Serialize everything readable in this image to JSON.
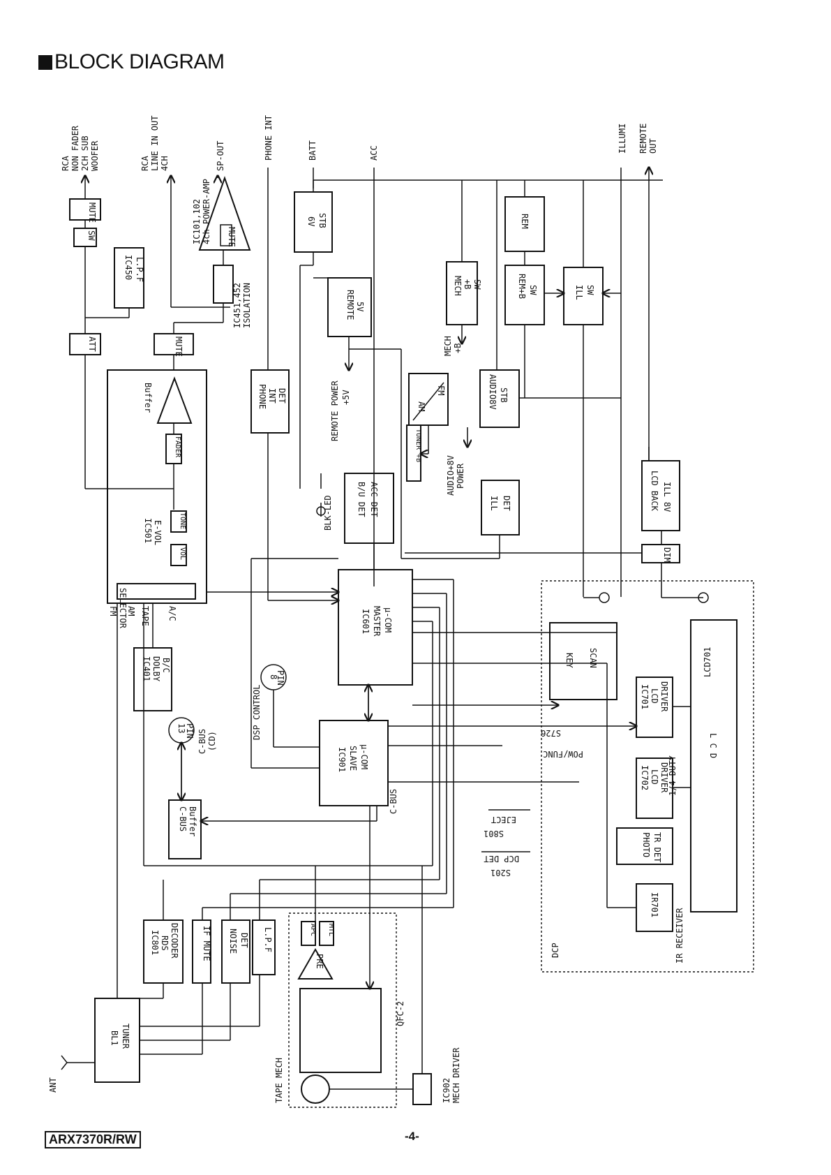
{
  "header": {
    "title": "BLOCK DIAGRAM"
  },
  "footer": {
    "model": "ARX7370R/RW",
    "page": "-4-"
  },
  "diagram": {
    "io": {
      "rca_nonfader": [
        "RCA",
        "NON FADER",
        "2CH SUB",
        "WOOFER"
      ],
      "rca_line": [
        "RCA",
        "LINE IN OUT",
        "4CH"
      ],
      "sp_out": "SP-OUT",
      "phone_int": "PHONE INT",
      "batt": "BATT",
      "acc": "ACC",
      "illumi": "ILLUMI",
      "remote_out": [
        "REMOTE",
        "OUT"
      ],
      "ant": "ANT",
      "mech_b": [
        "MECH",
        "+B"
      ],
      "remote_power": [
        "REMOTE POWER",
        "+5V"
      ],
      "audio8v_power": [
        "AUDIO+8V",
        "POWER"
      ],
      "tuner_b": "TUNER +B"
    },
    "blocks": {
      "mute1": "MUTE",
      "sw": "SW",
      "ic450": [
        "IC450",
        "L.P.F"
      ],
      "att": "ATT",
      "mute2": "MUTE",
      "poweramp_label": [
        "IC101,102",
        "4ch POWER-AMP"
      ],
      "poweramp_mute": "MUTE",
      "isolation": [
        "IC451,452",
        "ISOLATION"
      ],
      "stb6v": [
        "6V",
        "STB"
      ],
      "remote5v": [
        "REMOTE",
        "5V"
      ],
      "mech_sw": [
        "MECH",
        "+B",
        "SW"
      ],
      "rem": "REM",
      "remb_sw": [
        "REM+B",
        "SW"
      ],
      "ill_sw": [
        "ILL",
        "SW"
      ],
      "phone_det": [
        "PHONE",
        "INT",
        "DET"
      ],
      "amfm_am": "AM",
      "amfm_fm": "FM",
      "audio8v_stb": [
        "AUDIO8V",
        "STB"
      ],
      "bu_det": [
        "B/U DET",
        "ACC DET"
      ],
      "blk_led": "BLK-LED",
      "ill_det": [
        "ILL",
        "DET"
      ],
      "lcd_back": [
        "LCD BACK",
        "ILL 8V"
      ],
      "dim": "DIM",
      "evol_title": [
        "IC501",
        "E-VOL"
      ],
      "buffer": "Buffer",
      "fader": "FADER",
      "tone": "TONE",
      "vol": "VOL",
      "selector": "SELECTOR",
      "fm": "FM",
      "am": "AM",
      "tape": "TAPE",
      "ac": "A/C",
      "ic401": [
        "IC401",
        "DOLBY",
        "B/C"
      ],
      "pin13": [
        "13",
        "PIN"
      ],
      "cbus_cd": [
        "C-BUS",
        "(CD)"
      ],
      "cbus_buf": [
        "C-BUS",
        "Buffer"
      ],
      "master": [
        "IC601",
        "MASTER",
        "μ-COM"
      ],
      "pin8": [
        "8",
        "PIN"
      ],
      "dsp_control": "DSP CONTROL",
      "slave": [
        "IC901",
        "SLAVE",
        "μ-COM"
      ],
      "cbus_label": "C-BUS",
      "key_scan": [
        "KEY",
        "SCAN"
      ],
      "ic701": [
        "IC701",
        "LCD",
        "DRIVER"
      ],
      "ic702": [
        "IC702",
        "LCD",
        "DRIVER"
      ],
      "lcd_panel": "L C D",
      "lcd701": "LCD701",
      "duty": "1/4 DUTY",
      "s726": "S726",
      "pow_func": "POW/FUNC",
      "s801": "S801",
      "eject": "EJECT",
      "s201": "S201",
      "dcp_det": "DCP DET",
      "photo": [
        "PHOTO",
        "TR DET"
      ],
      "ir701": "IR701",
      "ir_receiver": "IR RECEIVER",
      "dcp": "DCP",
      "tuner": [
        "BL1",
        "TUNER"
      ],
      "ic801": [
        "IC801",
        "RDS",
        "DECODER"
      ],
      "if_mute": "IF MUTE",
      "noise_det": [
        "NOISE",
        "DET"
      ],
      "lpf2": "L.P.F",
      "pre": "PRE",
      "apc": "APC",
      "mtl": "MTL",
      "qfc": "QFC-2",
      "tape_mech": "TAPE MECH",
      "ic902": [
        "IC902",
        "MECH DRIVER"
      ]
    }
  }
}
